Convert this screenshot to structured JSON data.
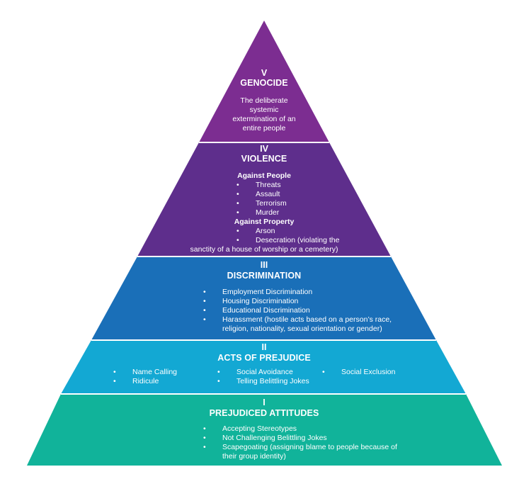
{
  "colors": {
    "genocide": "#7c2d91",
    "violence": "#5e2e8c",
    "discrimination": "#1a6fb8",
    "prejudice": "#13a8d3",
    "attitudes": "#11b39a",
    "text": "#ffffff"
  },
  "levels": {
    "genocide": {
      "numeral": "V",
      "title": "GENOCIDE",
      "description": [
        "The deliberate",
        "systemic",
        "extermination of an",
        "entire people"
      ]
    },
    "violence": {
      "numeral": "IV",
      "title": "VIOLENCE",
      "people_heading": "Against People",
      "people": [
        "Threats",
        "Assault",
        "Terrorism",
        "Murder"
      ],
      "property_heading": "Against Property",
      "property": [
        "Arson",
        "Desecration (violating the",
        "sanctity of a house of worship or a cemetery)"
      ]
    },
    "discrimination": {
      "numeral": "III",
      "title": "DISCRIMINATION",
      "items": [
        "Employment Discrimination",
        "Housing Discrimination",
        "Educational Discrimination",
        "Harassment (hostile acts based on a person’s race,",
        "religion, nationality, sexual orientation or gender)"
      ]
    },
    "prejudice": {
      "numeral": "II",
      "title": "ACTS OF PREJUDICE",
      "col1": [
        "Name Calling",
        "Ridicule"
      ],
      "col2": [
        "Social Avoidance",
        "Telling Belittling Jokes"
      ],
      "col3": [
        "Social Exclusion"
      ]
    },
    "attitudes": {
      "numeral": "I",
      "title": "PREJUDICED ATTITUDES",
      "items": [
        "Accepting Stereotypes",
        "Not Challenging Belittling Jokes",
        "Scapegoating (assigning blame to people because of",
        "their group identity)"
      ]
    }
  }
}
